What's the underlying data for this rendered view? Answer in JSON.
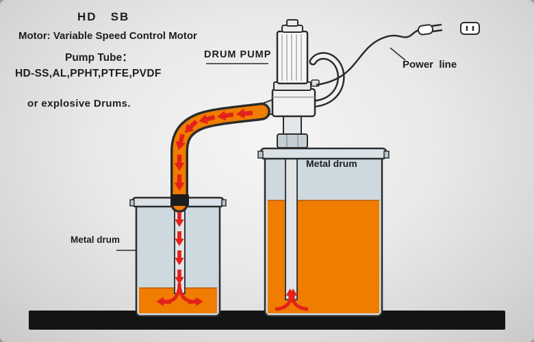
{
  "labels": {
    "model": "HD   SB",
    "motor": "Motor: Variable Speed Control Motor",
    "pump_tube_title": "Pump Tube：",
    "pump_tube_materials": "HD-SS,AL,PPHT,PTFE,PVDF",
    "explosive_note": "or explosive Drums.",
    "drum_pump": "DRUM PUMP",
    "power_line": "Power  line",
    "metal_drum_right": "Metal drum",
    "metal_drum_left": "Metal drum"
  },
  "colors": {
    "liquid_orange": "#f07c00",
    "arrow_red": "#e2231a",
    "drum_shell": "#cdd8df",
    "drum_lid": "#dae2e8",
    "tube_gray": "#dfe3e6",
    "floor_black": "#141414",
    "outline_dark": "#2b2b2b"
  }
}
